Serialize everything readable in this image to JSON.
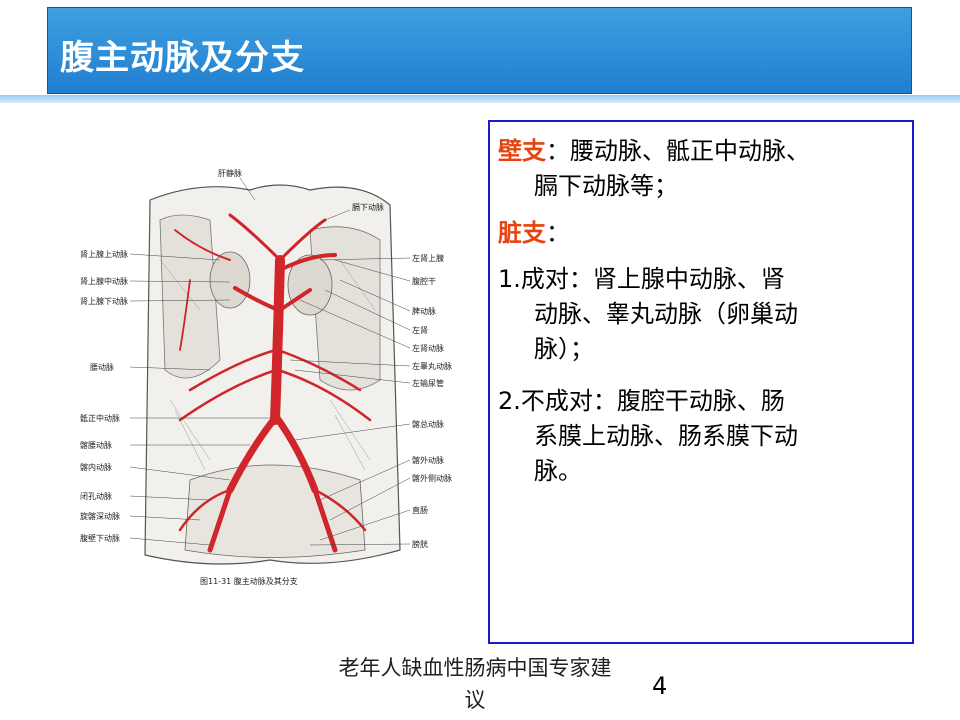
{
  "slide": {
    "title": "腹主动脉及分支",
    "page_number": "4",
    "footer": "老年人缺血性肠病中国专家建议"
  },
  "figure": {
    "caption": "图11-31    腹主动脉及其分支",
    "labels_left": [
      "肾上腺上动脉",
      "肾上腺中动脉",
      "肾上腺下动脉",
      "腰动脉",
      "骶正中动脉",
      "髂腰动脉",
      "髂内动脉",
      "闭孔动脉",
      "旋髂深动脉",
      "腹壁下动脉"
    ],
    "labels_right": [
      "左肾上腺",
      "腹腔干",
      "脾动脉",
      "左肾",
      "左肾动脉",
      "左睾丸动脉",
      "左输尿管",
      "髂总动脉",
      "髂外动脉",
      "髂外侧动脉",
      "直肠",
      "膀胱"
    ],
    "labels_top": [
      "肝静脉",
      "膈下动脉"
    ]
  },
  "text_box": {
    "p1_label": "壁支",
    "p1_rest": "：腰动脉、骶正中动脉、",
    "p1_cont": "膈下动脉等；",
    "p2_label": "脏支",
    "p2_rest": "：",
    "p3_line1": "1.成对：肾上腺中动脉、肾",
    "p3_line2": "动脉、睾丸动脉（卵巢动",
    "p3_line3": "脉）；",
    "p4_line1": "2.不成对：腹腔干动脉、肠",
    "p4_line2": "系膜上动脉、肠系膜下动",
    "p4_line3": "脉。"
  },
  "colors": {
    "title_bg": "#2d8ed8",
    "accent_red": "#e8420e",
    "box_border": "#1a1acc",
    "artery": "#d0252a"
  }
}
